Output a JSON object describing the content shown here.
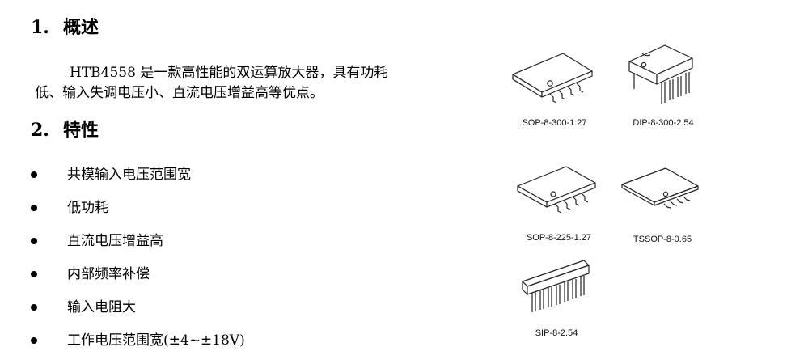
{
  "section1": {
    "number": "1.",
    "title": "概述",
    "line1": "HTB4558 是一款高性能的双运算放大器，具有功耗",
    "line2": "低、输入失调电压小、直流电压增益高等优点。"
  },
  "section2": {
    "number": "2.",
    "title": "特性",
    "features": [
      "共模输入电压范围宽",
      "低功耗",
      "直流电压增益高",
      "内部频率补偿",
      "输入电阻大",
      "工作电压范围宽(±4~±18V)"
    ]
  },
  "packages": [
    {
      "label": "SOP-8-300-1.27",
      "icon": "sop-package-icon"
    },
    {
      "label": "DIP-8-300-2.54",
      "icon": "dip-package-icon"
    },
    {
      "label": "SOP-8-225-1.27",
      "icon": "sop-package-icon"
    },
    {
      "label": "TSSOP-8-0.65",
      "icon": "tssop-package-icon"
    },
    {
      "label": "SIP-8-2.54",
      "icon": "sip-package-icon"
    }
  ]
}
